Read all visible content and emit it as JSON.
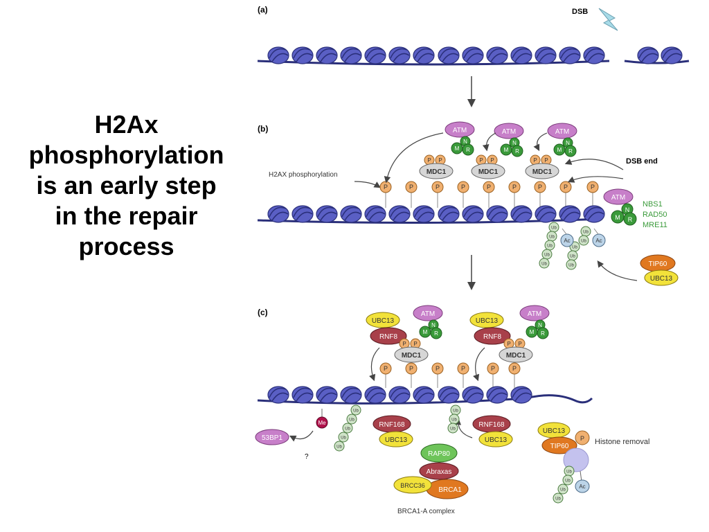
{
  "title": {
    "lines": [
      "H2Ax",
      "phosphorylation",
      "is an early step",
      "in the repair",
      "process"
    ]
  },
  "panels": {
    "a": "(a)",
    "b": "(b)",
    "c": "(c)"
  },
  "labels": {
    "dsb": "DSB",
    "dsb_end": "DSB end",
    "h2ax_phosphorylation": "H2AX phosphorylation",
    "histone_removal": "Histone removal",
    "brca1_a_complex": "BRCA1-A complex",
    "question": "?"
  },
  "mrn": [
    "NBS1",
    "RAD50",
    "MRE11"
  ],
  "proteins": {
    "atm": "ATM",
    "mdc1": "MDC1",
    "ubc13": "UBC13",
    "rnf8": "RNF8",
    "rnf168": "RNF168",
    "tip60": "TIP60",
    "rap80": "RAP80",
    "abraxas": "Abraxas",
    "brcc36": "BRCC36",
    "brca1": "BRCA1",
    "bp53": "53BP1",
    "me": "Me",
    "ac": "Ac",
    "ub": "Ub",
    "p": "P",
    "n": "N",
    "m": "M",
    "r": "R"
  },
  "colors": {
    "nucleosome": "#5a5fc4",
    "dna": "#2a2f7a",
    "atm": "#c77fc9",
    "mrn": "#3a9a3a",
    "mdc1": "#d6d6d6",
    "phospho": "#f0b070",
    "ubc13": "#f2e23a",
    "rnf": "#a8404a",
    "tip60": "#e07820",
    "rap80": "#6ec45a",
    "ub": "#cfe3c8",
    "ac": "#bcd4e8",
    "me": "#b0104a",
    "mrn_text": "#3a9a3a"
  }
}
